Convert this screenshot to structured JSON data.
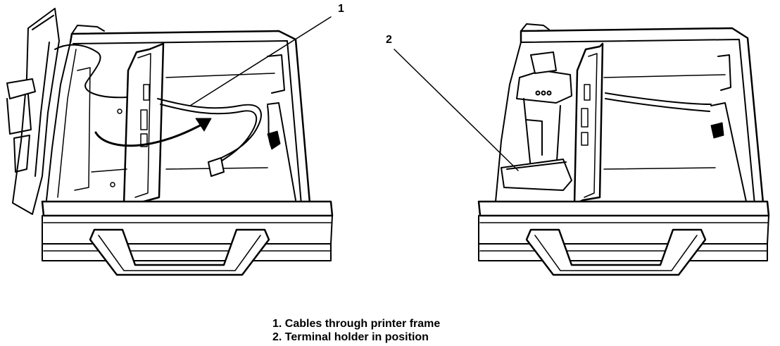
{
  "callouts": [
    {
      "number": "1"
    },
    {
      "number": "2"
    }
  ],
  "legend": [
    "1. Cables through printer frame",
    "2. Terminal holder in position"
  ],
  "colors": {
    "line": "#000000",
    "background": "#ffffff"
  }
}
